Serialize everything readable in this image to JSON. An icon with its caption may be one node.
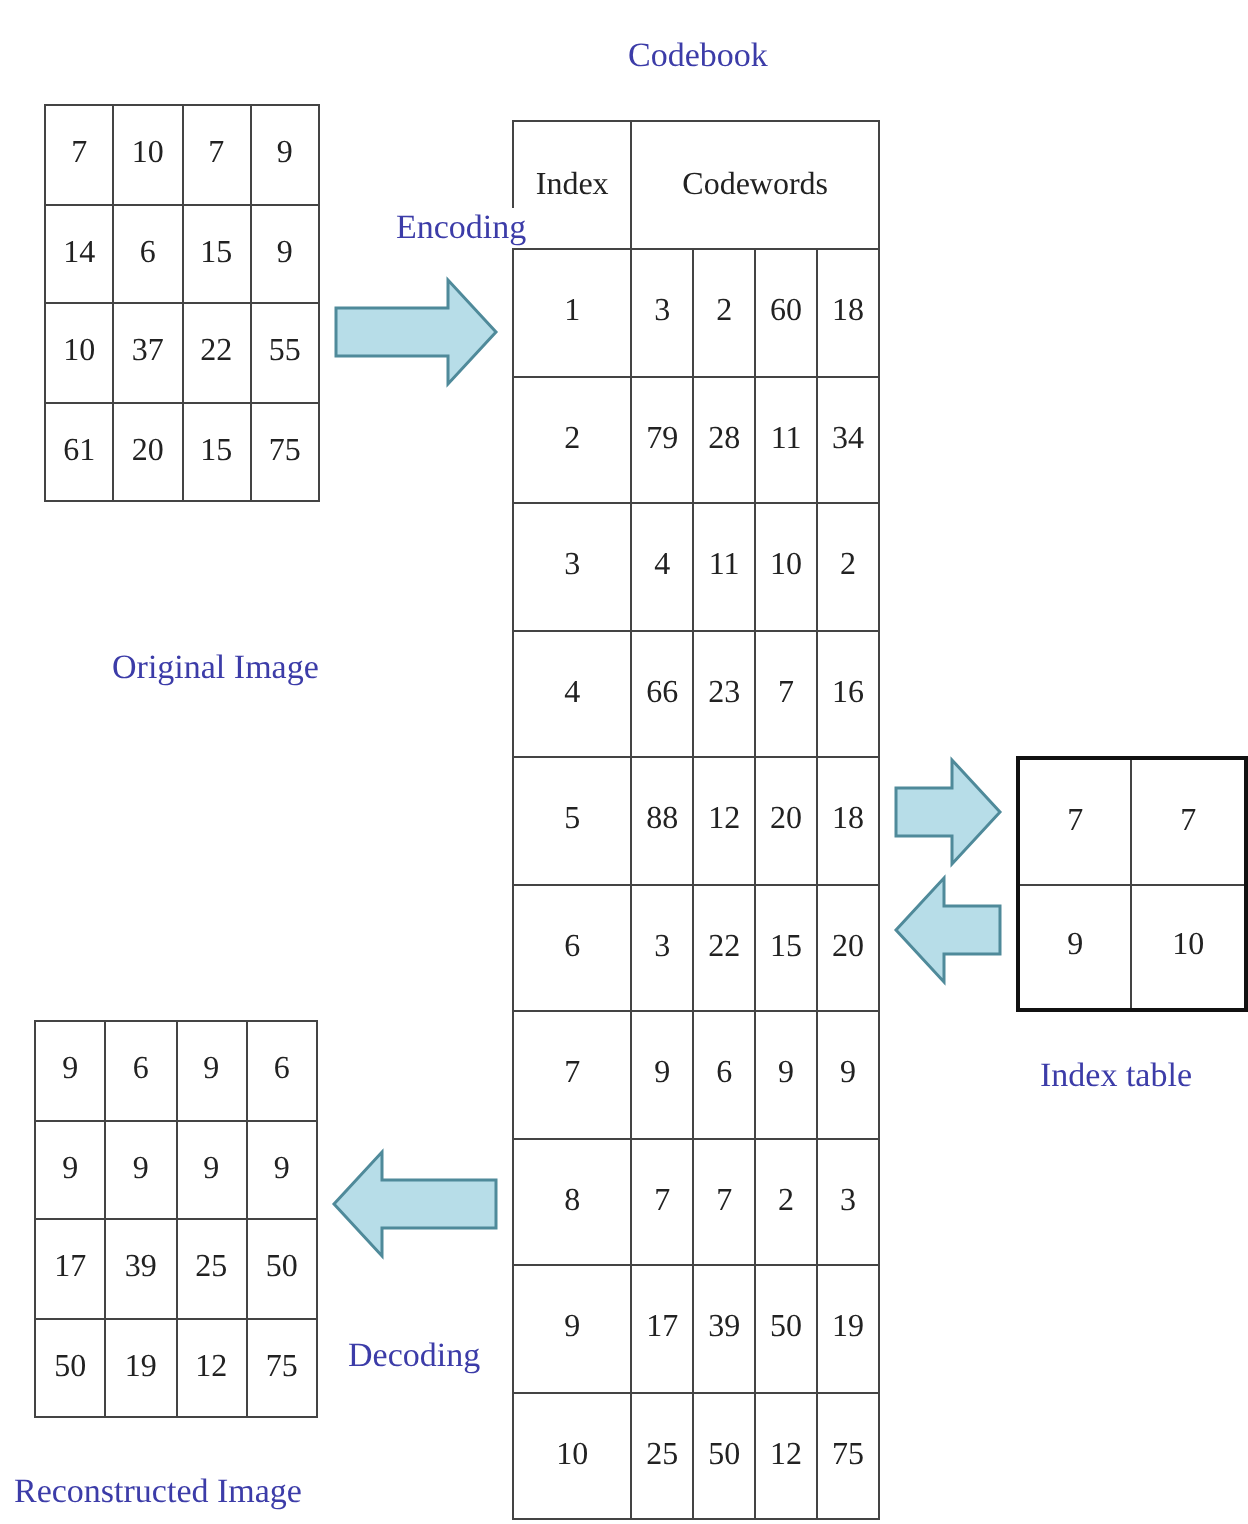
{
  "diagram": {
    "nodes": [
      {
        "text": [
          "Original Image",
          "7",
          "10",
          "7",
          "9",
          "14",
          "6",
          "15",
          "9",
          "10",
          "37",
          "22",
          "55",
          "61",
          "20",
          "15",
          "75"
        ]
      },
      {
        "text": [
          "Codebook",
          "Index",
          "Codewords",
          "1",
          "3",
          "2",
          "60",
          "18",
          "2",
          "79",
          "28",
          "11",
          "34",
          "3",
          "4",
          "11",
          "10",
          "2",
          "4",
          "66",
          "23",
          "7",
          "16",
          "5",
          "88",
          "12",
          "20",
          "18",
          "6",
          "3",
          "22",
          "15",
          "20",
          "7",
          "9",
          "6",
          "9",
          "9",
          "8",
          "7",
          "7",
          "2",
          "3",
          "9",
          "17",
          "39",
          "50",
          "19",
          "10",
          "25",
          "50",
          "12",
          "75"
        ]
      },
      {
        "text": [
          "Index table",
          "7",
          "7",
          "9",
          "10"
        ]
      },
      {
        "text": [
          "Reconstructed Image",
          "9",
          "6",
          "9",
          "6",
          "9",
          "9",
          "9",
          "9",
          "17",
          "39",
          "25",
          "50",
          "50",
          "19",
          "12",
          "75"
        ]
      }
    ],
    "edges": [
      {
        "from": 0,
        "to": 1,
        "arrow": "to",
        "label": "Encoding",
        "style": "thick"
      },
      {
        "from": 1,
        "to": 2,
        "arrow": "to",
        "style": "thick"
      },
      {
        "from": 2,
        "to": 1,
        "arrow": "to",
        "style": "thick"
      },
      {
        "from": 1,
        "to": 3,
        "arrow": "to",
        "label": "Decoding",
        "style": "thick"
      }
    ]
  }
}
